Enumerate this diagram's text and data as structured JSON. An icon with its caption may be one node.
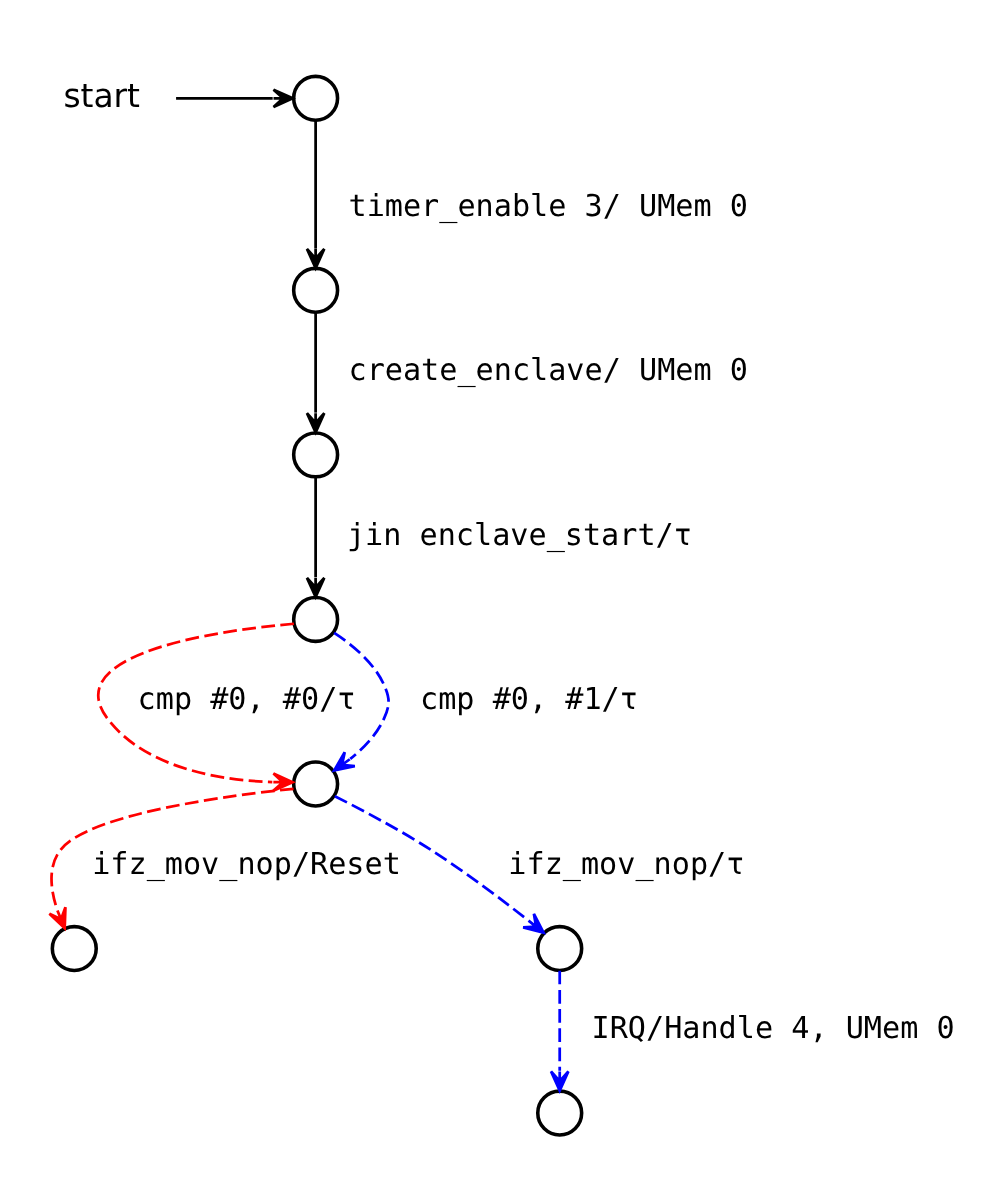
{
  "diagram": {
    "nodes": [
      {
        "text": [
          "start"
        ]
      },
      {
        "text": [],
        "shape": "circle"
      },
      {
        "text": [],
        "shape": "circle"
      },
      {
        "text": [],
        "shape": "circle"
      },
      {
        "text": [],
        "shape": "circle"
      },
      {
        "text": [],
        "shape": "circle"
      },
      {
        "text": [],
        "shape": "circle"
      },
      {
        "text": [],
        "shape": "circle"
      },
      {
        "text": [],
        "shape": "circle"
      }
    ],
    "edges": [
      {
        "from": 0,
        "to": 1,
        "arrow": "to"
      },
      {
        "from": 1,
        "to": 2,
        "arrow": "to",
        "label": "timer_enable 3/ UMem 0"
      },
      {
        "from": 2,
        "to": 3,
        "arrow": "to",
        "label": "create_enclave/ UMem 0"
      },
      {
        "from": 3,
        "to": 4,
        "arrow": "to",
        "label": "jin enclave_start/τ"
      },
      {
        "from": 4,
        "to": 5,
        "arrow": "to",
        "label": "cmp #0, #0/τ",
        "style": "dashed",
        "color": "#ff0000"
      },
      {
        "from": 4,
        "to": 5,
        "arrow": "to",
        "label": "cmp #0, #1/τ",
        "style": "dashed",
        "color": "#0000ff"
      },
      {
        "from": 5,
        "to": 6,
        "arrow": "to",
        "label": "ifz_mov_nop/Reset",
        "style": "dashed",
        "color": "#ff0000"
      },
      {
        "from": 5,
        "to": 7,
        "arrow": "to",
        "label": "ifz_mov_nop/τ",
        "style": "dashed",
        "color": "#0000ff"
      },
      {
        "from": 7,
        "to": 8,
        "arrow": "to",
        "label": "IRQ/Handle 4, UMem 0",
        "style": "dashed",
        "color": "#0000ff"
      }
    ]
  }
}
